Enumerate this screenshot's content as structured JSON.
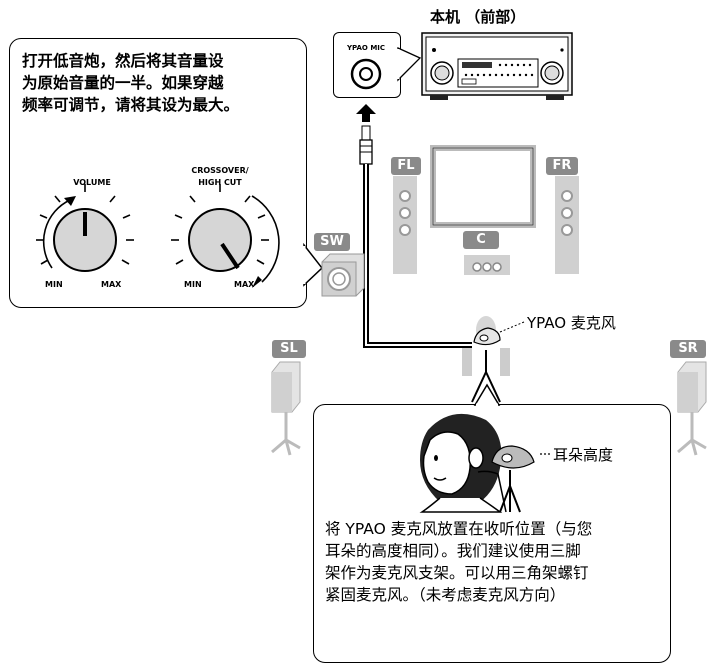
{
  "unit_label": "本机 （前部）",
  "ypao_mic_label": "YPAO MIC",
  "subwoofer_callout": {
    "text": "打开低音炮，然后将其音量设\n为原始音量的一半。如果穿越\n频率可调节，请将其设为最大。",
    "knob_volume": {
      "title": "VOLUME",
      "min": "MIN",
      "max": "MAX"
    },
    "knob_crossover": {
      "title": "CROSSOVER/\nHIGH CUT",
      "min": "MIN",
      "max": "MAX"
    }
  },
  "speakers": {
    "fl": "FL",
    "fr": "FR",
    "c": "C",
    "sw": "SW",
    "sl": "SL",
    "sr": "SR"
  },
  "ypao_mic_caption": "YPAO 麦克风",
  "ear_height_label": "耳朵高度",
  "listening_callout_text": "将 YPAO 麦克风放置在收听位置（与您\n耳朵的高度相同）。我们建议使用三脚\n架作为麦克风支架。可以用三角架螺钉\n紧固麦克风。（未考虑麦克风方向）"
}
